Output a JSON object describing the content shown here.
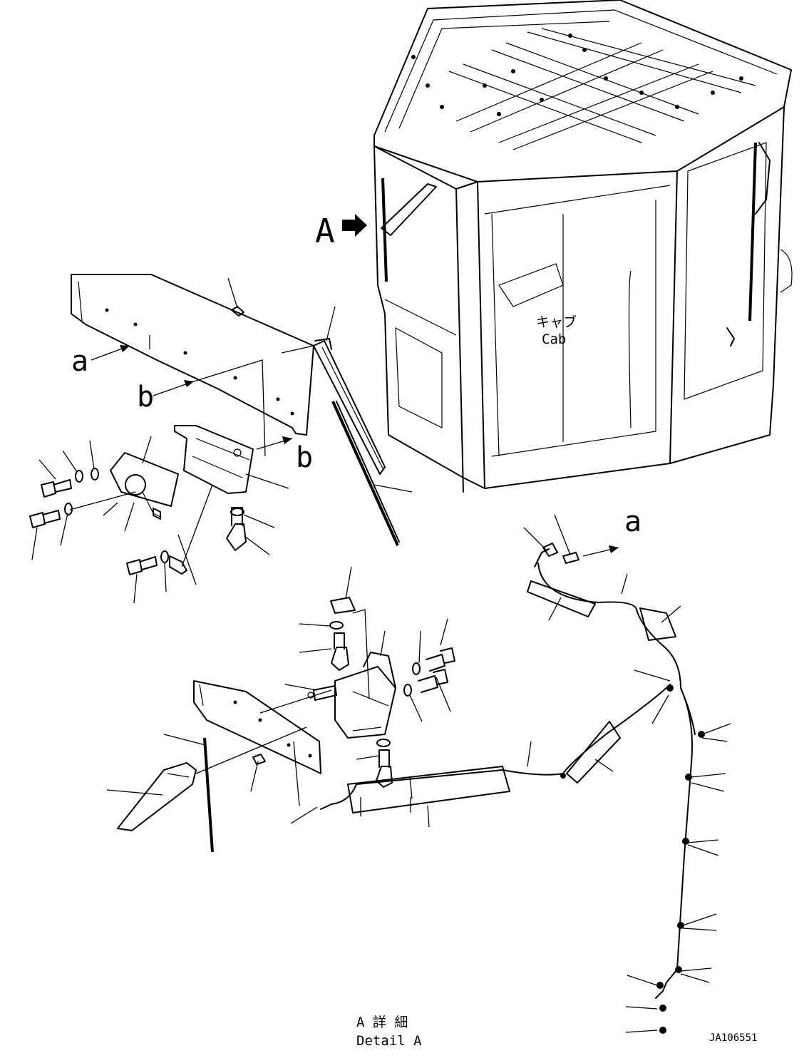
{
  "title": "Detail A",
  "callouts": {
    "view_marker": "A",
    "ref_a": "a",
    "ref_b": "b",
    "ref_a2": "a",
    "ref_b2": "b"
  },
  "cab_label": {
    "jp": "キャブ",
    "en": "Cab"
  },
  "detail_label": {
    "jp": "A 詳 細",
    "en": "Detail A"
  },
  "drawing_number": "JA106551",
  "colors": {
    "line": "#000000",
    "background": "#ffffff"
  }
}
